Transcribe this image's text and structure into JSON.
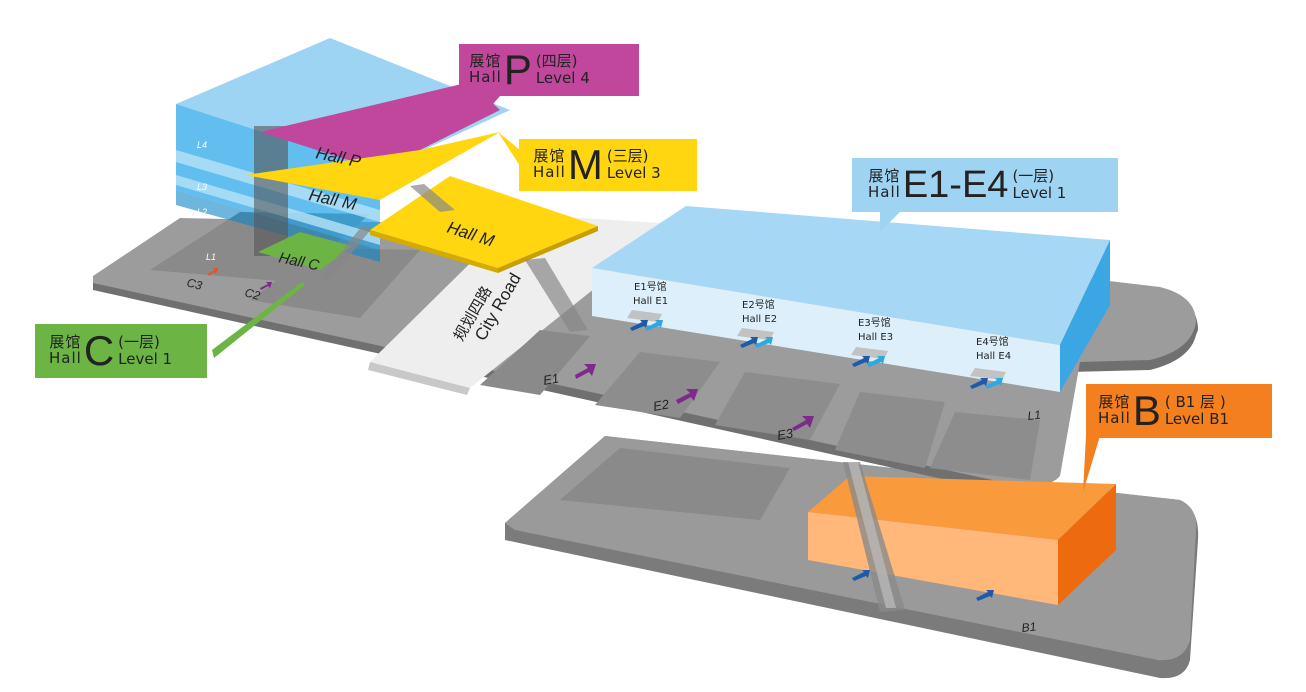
{
  "colors": {
    "ground": "#8c8c8c",
    "ground_dark": "#6e6e6e",
    "road": "#ececec",
    "hall_p": "#c0479b",
    "hall_m": "#ffd60f",
    "hall_c": "#6cb545",
    "hall_e": "#9fd3f2",
    "hall_b": "#f47f1f",
    "arrow_purple": "#7d2a8a",
    "arrow_blue": "#1f5aa8"
  },
  "callouts": {
    "p": {
      "zh": "展馆",
      "en": "Hall",
      "letter": "P",
      "level_zh": "(四层)",
      "level_en": "Level 4"
    },
    "m": {
      "zh": "展馆",
      "en": "Hall",
      "letter": "M",
      "level_zh": "(三层)",
      "level_en": "Level 3"
    },
    "c": {
      "zh": "展馆",
      "en": "Hall",
      "letter": "C",
      "level_zh": "(一层)",
      "level_en": "Level 1"
    },
    "e": {
      "zh": "展馆",
      "en": "Hall",
      "letter": "E1-E4",
      "level_zh": "(一层)",
      "level_en": "Level 1"
    },
    "b": {
      "zh": "展馆",
      "en": "Hall",
      "letter": "B",
      "level_zh": "( B1 层 )",
      "level_en": "Level B1"
    }
  },
  "floor_labels": {
    "hall_p": "Hall P",
    "hall_m_upper": "Hall M",
    "hall_m_lower": "Hall M",
    "hall_c": "Hall C"
  },
  "level_tags": {
    "l4": "L4",
    "l3": "L3",
    "l2": "L2",
    "l1": "L1",
    "l1_east": "L1",
    "b1": "B1"
  },
  "entrances": {
    "c3": "C3",
    "c2": "C2",
    "e1": "E1",
    "e2": "E2",
    "e3": "E3"
  },
  "road": {
    "zh": "规划四路",
    "en": "City Road"
  },
  "e_halls": [
    {
      "zh": "E1号馆",
      "en": "Hall E1"
    },
    {
      "zh": "E2号馆",
      "en": "Hall E2"
    },
    {
      "zh": "E3号馆",
      "en": "Hall E3"
    },
    {
      "zh": "E4号馆",
      "en": "Hall E4"
    }
  ]
}
